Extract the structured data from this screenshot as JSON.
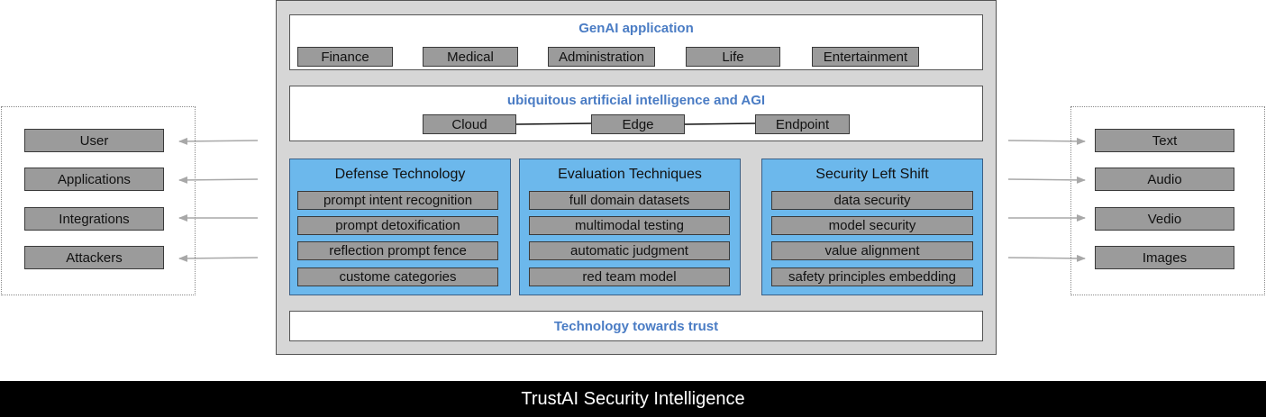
{
  "left_group": [
    "User",
    "Applications",
    "Integrations",
    "Attackers"
  ],
  "right_group": [
    "Text",
    "Audio",
    "Vedio",
    "Images"
  ],
  "genai": {
    "title": "GenAI application",
    "items": [
      "Finance",
      "Medical",
      "Administration",
      "Life",
      "Entertainment"
    ]
  },
  "ubiquitous": {
    "title": "ubiquitous artificial intelligence and AGI",
    "nodes": [
      "Cloud",
      "Edge",
      "Endpoint"
    ]
  },
  "columns": [
    {
      "title": "Defense Technology",
      "items": [
        "prompt intent recognition",
        "prompt detoxification",
        "reflection prompt fence",
        "custome categories"
      ]
    },
    {
      "title": "Evaluation Techniques",
      "items": [
        "full domain datasets",
        "multimodal testing",
        "automatic judgment",
        "red team model"
      ]
    },
    {
      "title": "Security Left Shift",
      "items": [
        "data security",
        "model security",
        "value alignment",
        "safety principles embedding"
      ]
    }
  ],
  "trust": {
    "title": "Technology towards trust"
  },
  "footer": {
    "title": "TrustAI Security Intelligence"
  }
}
